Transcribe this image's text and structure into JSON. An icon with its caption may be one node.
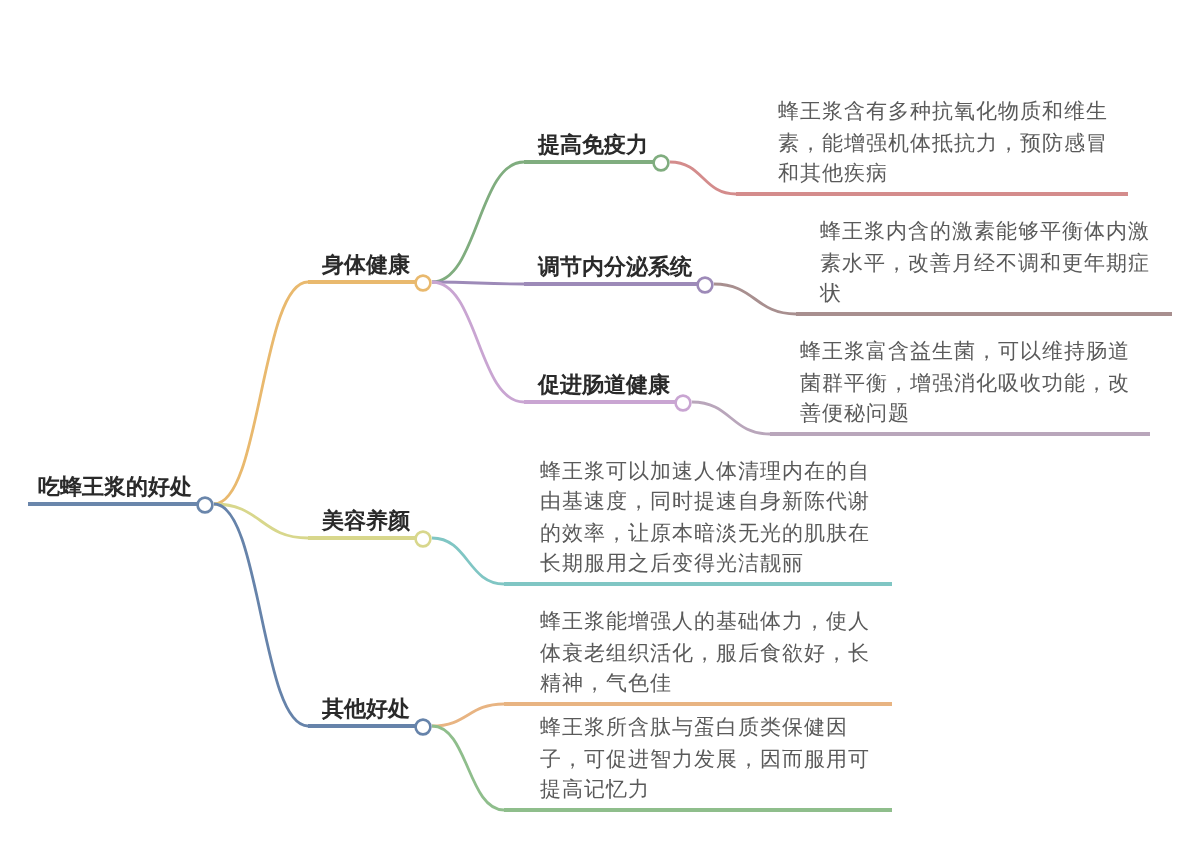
{
  "diagram": {
    "nodes": [
      {
        "text": [
          "吃蜂王浆的好处"
        ]
      },
      {
        "text": [
          "身体健康"
        ]
      },
      {
        "text": [
          "提高免疫力"
        ]
      },
      {
        "text": [
          "蜂王浆含有多种抗氧化物质和维生素，能增强机体抵抗力，预防感冒和其他疾病"
        ]
      },
      {
        "text": [
          "调节内分泌系统"
        ]
      },
      {
        "text": [
          "蜂王浆内含的激素能够平衡体内激素水平，改善月经不调和更年期症状"
        ]
      },
      {
        "text": [
          "促进肠道健康"
        ]
      },
      {
        "text": [
          "蜂王浆富含益生菌，可以维持肠道菌群平衡，增强消化吸收功能，改善便秘问题"
        ]
      },
      {
        "text": [
          "美容养颜"
        ]
      },
      {
        "text": [
          "蜂王浆可以加速人体清理内在的自由基速度，同时提速自身新陈代谢的效率，让原本暗淡无光的肌肤在长期服用之后变得光洁靓丽"
        ]
      },
      {
        "text": [
          "其他好处"
        ]
      },
      {
        "text": [
          "蜂王浆能增强人的基础体力，使人体衰老组织活化，服后食欲好，长精神，气色佳"
        ]
      },
      {
        "text": [
          "蜂王浆所含肽与蛋白质类保健因子，可促进智力发展，因而服用可提高记忆力"
        ]
      }
    ],
    "edges": [
      {
        "from": 0,
        "to": 1,
        "arrow": "none",
        "color": "#e9b96e"
      },
      {
        "from": 1,
        "to": 2,
        "arrow": "none",
        "color": "#80ad7f"
      },
      {
        "from": 2,
        "to": 3,
        "arrow": "none",
        "color": "#d48c8c"
      },
      {
        "from": 1,
        "to": 4,
        "arrow": "none",
        "color": "#9d8ab8"
      },
      {
        "from": 4,
        "to": 5,
        "arrow": "none",
        "color": "#a88f8f"
      },
      {
        "from": 1,
        "to": 6,
        "arrow": "none",
        "color": "#c9a5d2"
      },
      {
        "from": 6,
        "to": 7,
        "arrow": "none",
        "color": "#b9a6bb"
      },
      {
        "from": 0,
        "to": 8,
        "arrow": "none",
        "color": "#d8d78c"
      },
      {
        "from": 8,
        "to": 9,
        "arrow": "none",
        "color": "#80c6c4"
      },
      {
        "from": 0,
        "to": 10,
        "arrow": "none",
        "color": "#6683aa"
      },
      {
        "from": 10,
        "to": 11,
        "arrow": "none",
        "color": "#e8b482"
      },
      {
        "from": 10,
        "to": 12,
        "arrow": "none",
        "color": "#8fbe8c"
      }
    ]
  }
}
